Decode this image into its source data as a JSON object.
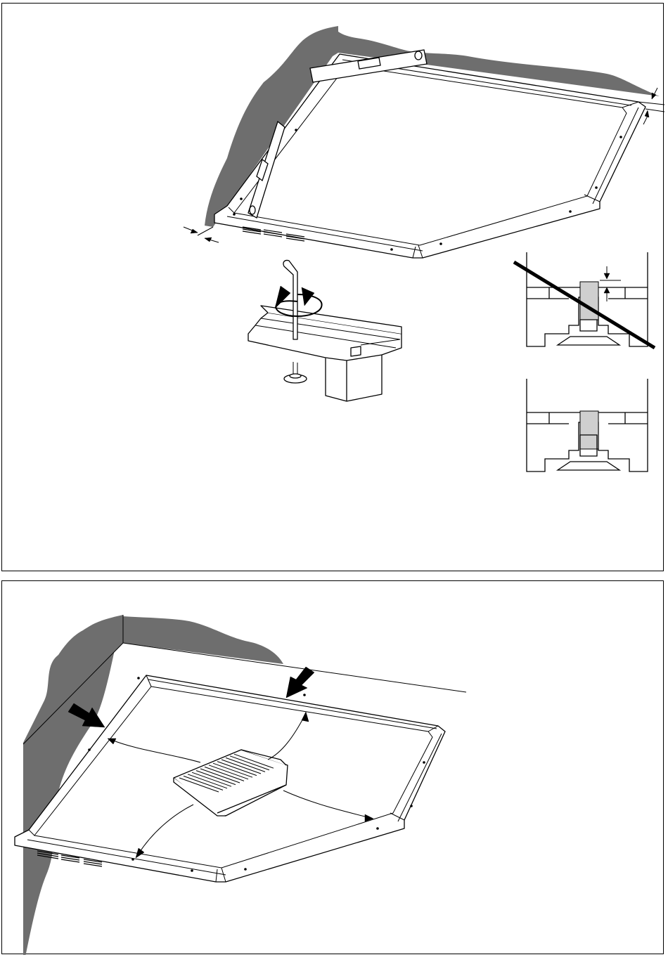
{
  "colors": {
    "wall": "#6e6e6e",
    "line": "#000000",
    "paper": "#ffffff",
    "frame_fill": "#ffffff"
  },
  "icons": {
    "level_tool": "spirit-level-icon",
    "allen_key": "allen-key-icon",
    "rotate_arrows": "rotate-arrows-icon",
    "push_arrow": "push-arrow-icon",
    "prohibited": "strike-through-icon"
  },
  "panels": [
    {
      "id": "step-level-frame",
      "shows": [
        "wall",
        "frame",
        "spirit-levels",
        "gap-arrows",
        "foot-adjustment",
        "foot-detail-wrong",
        "foot-detail-correct"
      ]
    },
    {
      "id": "step-place-tray",
      "shows": [
        "wall",
        "frame",
        "push-arrows",
        "tray",
        "placement-arrows"
      ]
    }
  ]
}
